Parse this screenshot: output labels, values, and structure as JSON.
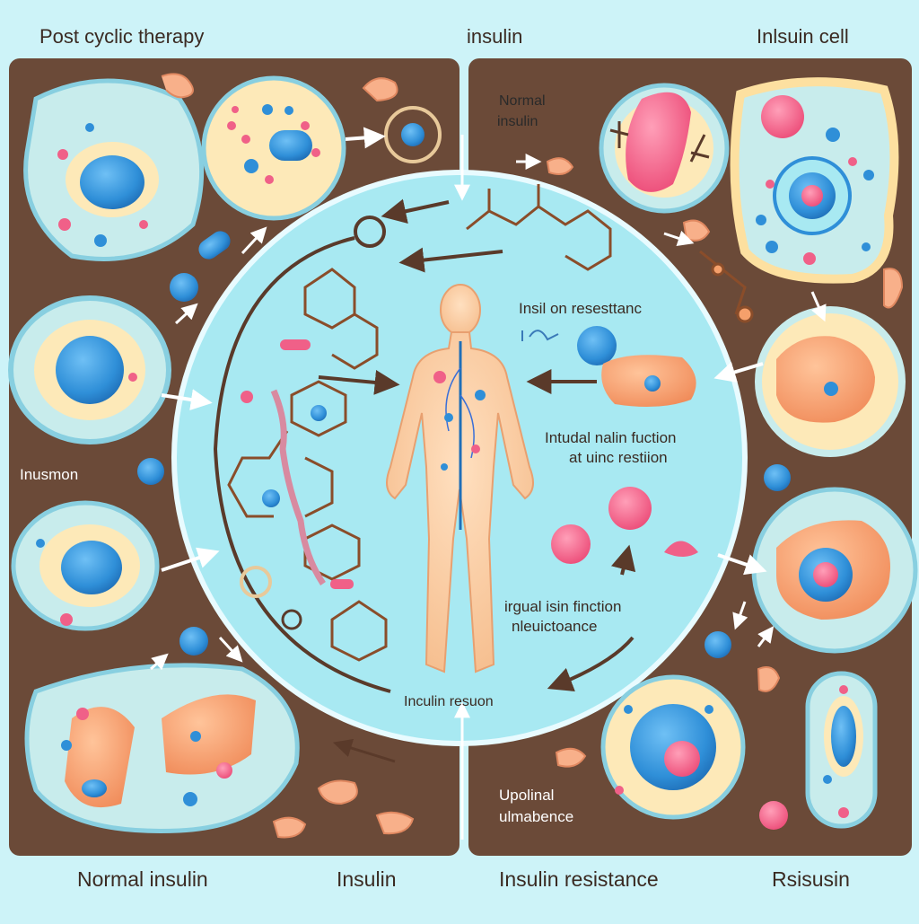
{
  "header": {
    "left_title": "Post   cyclic therapy",
    "center_title": "insulin",
    "right_title": "Inlsuin cell"
  },
  "footer": {
    "label_1": "Normal insulin",
    "label_2": "Insulin",
    "label_3": "Insulin resistance",
    "label_4": "Rsisusin"
  },
  "labels": {
    "normal_insulin_line1": "Normal",
    "normal_insulin_line2": "insulin",
    "resistance": "Insil  on resesttanc",
    "function_line1": "Intudal nalin fuction",
    "function_line2": "at uinc restiion",
    "irgual_line1": "irgual isin finction",
    "irgual_line2": "nleuictoance",
    "insulin_resuon": "Inculin resuon",
    "insusmon": "Inusmon",
    "upolinal_line1": "Upolinal",
    "upolinal_line2": "ulmabence"
  },
  "colors": {
    "background": "#cdf3f8",
    "panel": "#6b4a38",
    "center_circle": "#a8e9f2",
    "cell_fill": "#c8ecec",
    "cell_border": "#88cfe0",
    "nucleus": "#2f8fd8",
    "organelle": "#f5a06b",
    "dot_pink": "#f06088",
    "molecule": "#8a4d2a"
  },
  "icons": [
    "human-figure-icon",
    "molecule-chain-icon",
    "cell-icon",
    "arrow-icon"
  ]
}
